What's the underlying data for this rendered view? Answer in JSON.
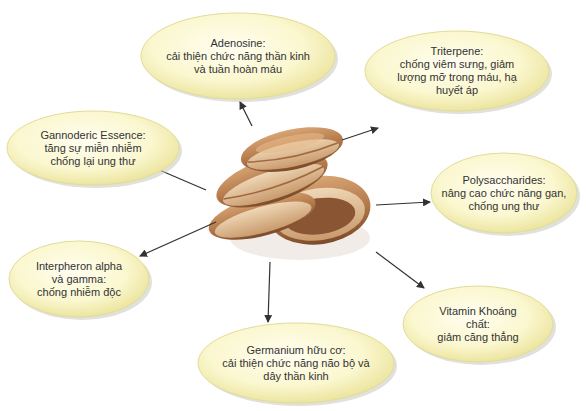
{
  "diagram": {
    "nodes": [
      {
        "text": [
          "Adenosine:",
          "cải thiện chức năng thần kinh và tuần hoàn máu"
        ]
      },
      {
        "text": [
          "Triterpene:",
          "chống viêm sưng, giảm lượng mỡ trong máu, hạ huyết áp"
        ]
      },
      {
        "text": [
          "Gannoderic Essence:",
          "tăng sự miễn nhiễm chống lại ung thư"
        ]
      },
      {
        "text": [
          "Polysaccharides:",
          "nâng cao chức năng gan, chống ung thư"
        ]
      },
      {
        "text": [
          "Interpheron alpha và gamma:",
          "chống nhiễm độc"
        ]
      },
      {
        "text": [
          "Vitamin Khoáng chất:",
          "giảm căng thẳng"
        ]
      },
      {
        "text": [
          "Germanium hữu cơ:",
          "cải thiện chức năng não bộ và dây thần kinh"
        ]
      }
    ]
  }
}
